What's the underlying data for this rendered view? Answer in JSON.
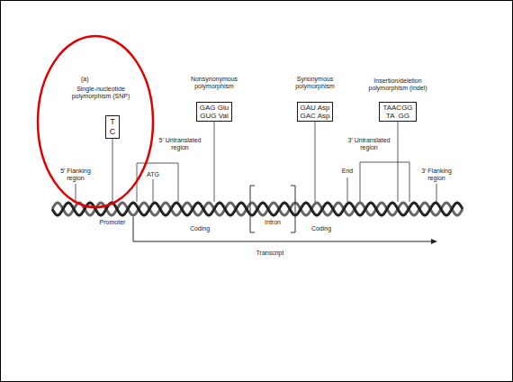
{
  "diagram": {
    "nodes": [
      {
        "text": [
          "T",
          "C"
        ]
      },
      {
        "text": [
          "GAG Glu",
          "GUG Val"
        ]
      },
      {
        "text": [
          "GAU Asp",
          "GAC Asp"
        ]
      },
      {
        "text": [
          "TAACGG",
          "TA  GG"
        ]
      }
    ],
    "labels": [
      "(a)",
      "Single-nucleotide polymorphism (SNP)",
      "5′ Untranslated region",
      "5′ Flanking region",
      "ATG",
      "Promoter",
      "Nonsynonymous polymorphism",
      "Coding",
      "Intron",
      "Synonymous polymorphism",
      "Coding",
      "Insertion/deletion polymorphism (indel)",
      "End",
      "3′ Untranslated region",
      "3′ Flanking region",
      "Transcript"
    ]
  }
}
